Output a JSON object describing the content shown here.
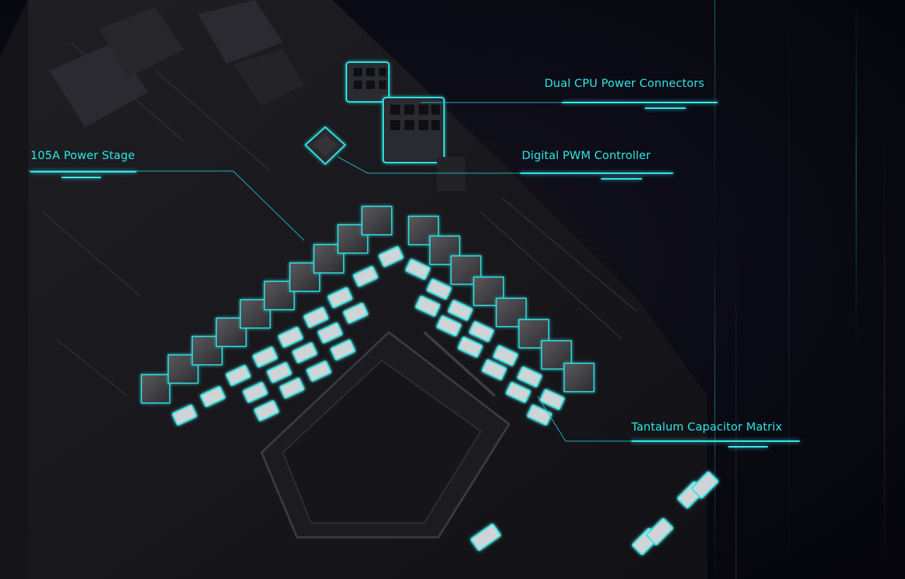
{
  "labels": {
    "dual_cpu_power": "Dual CPU Power Connectors",
    "digital_pwm": "Digital PWM Controller",
    "power_stage": "105A Power Stage",
    "tantalum": "Tantalum Capacitor Matrix"
  },
  "colors": {
    "accent": "#2ee6e6",
    "board": "#1a1a1f",
    "choke": "#3a3a3d",
    "background": "#0a0a14"
  }
}
